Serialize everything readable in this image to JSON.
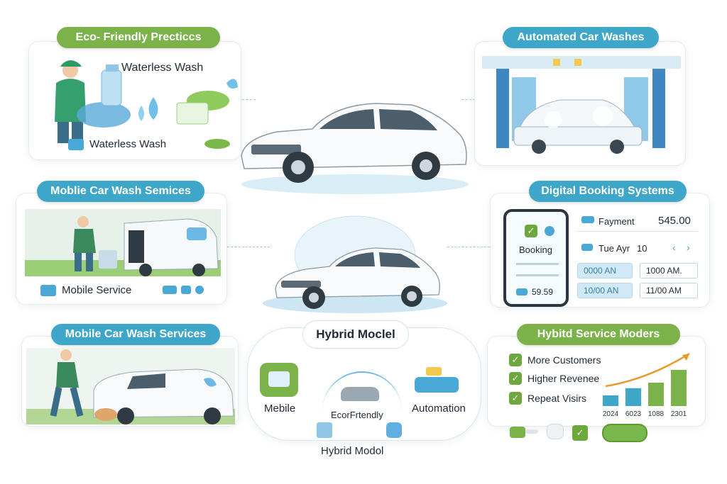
{
  "eco": {
    "title": "Eco- Friendly Precticcs",
    "label_top": "Waterless Wash",
    "label_bottom": "Waterless Wash"
  },
  "automated": {
    "title": "Automated Car Washes"
  },
  "mobile_top": {
    "title": "Moblie Car Wash Semices",
    "label": "Mobile Service"
  },
  "digital": {
    "title": "Digital Booking Systems",
    "phone_label": "Booking",
    "phone_amount": "59.59",
    "payment_label": "Fayment",
    "payment_amount": "545.00",
    "date_label": "Tue Ayr",
    "date_value": "10",
    "time_slots": [
      {
        "start": "0000 AN",
        "end": "1000 AM."
      },
      {
        "start": "10/00 AN",
        "end": "11/00 AM"
      }
    ]
  },
  "mobile_bottom": {
    "title": "Mobile Car Wash Services"
  },
  "hybrid": {
    "title": "Hybrid Moclel",
    "left": "Mebile",
    "center": "EcorFrtendly",
    "right": "Automation",
    "bottom": "Hybrid Modol"
  },
  "hybrid_service": {
    "title": "Hybitd Service Moders",
    "benefits": [
      "More Customers",
      "Higher Revenee",
      "Repeat Visirs"
    ],
    "chart_years": [
      "2024",
      "6023",
      "1088",
      "2301"
    ],
    "chart_values": [
      0.25,
      0.42,
      0.55,
      0.85
    ]
  },
  "colors": {
    "green": "#7cb24a",
    "blue": "#3ea7c9",
    "accent_orange": "#e79a2a"
  }
}
